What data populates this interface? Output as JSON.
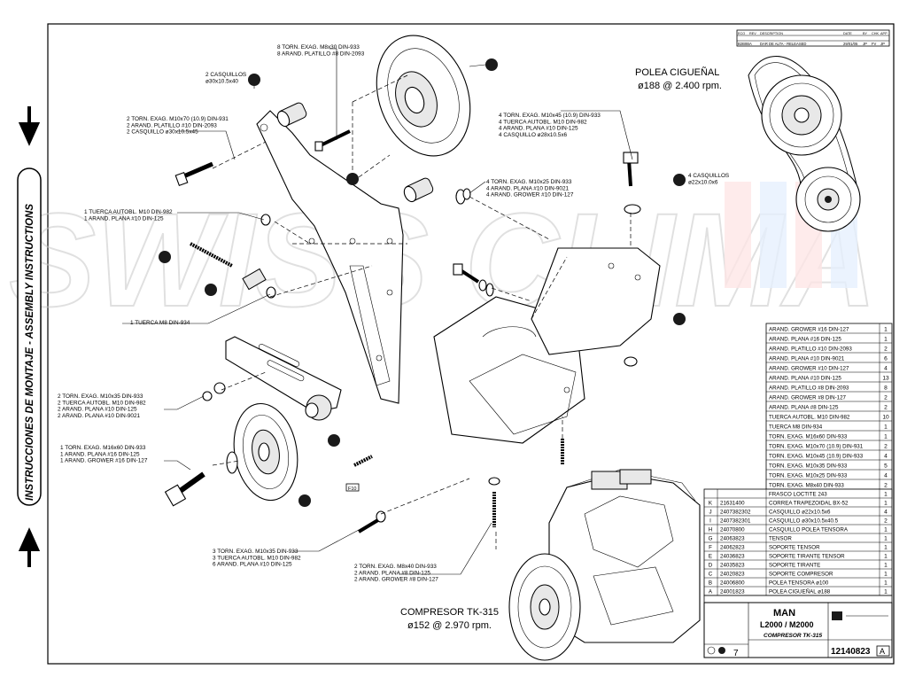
{
  "side_label": "INSTRUCCIONES DE MONTAJE - ASSEMBLY INSTRUCTIONS",
  "watermark": "SWISS CLIMA",
  "pulley_title": "POLEA CIGUEÑAL",
  "pulley_spec": "ø188 @ 2.400 rpm.",
  "compressor_title": "COMPRESOR TK-315",
  "compressor_spec": "ø152 @ 2.970 rpm.",
  "revision_header": [
    "ECO",
    "REV",
    "DESCRIPTION",
    "DATE",
    "BY",
    "CHK",
    "APP"
  ],
  "revision_row": [
    "B2B0B",
    "A",
    "DAR DE ALTA - RELEASED",
    "29/01/05",
    "JP",
    "FV",
    "JP"
  ],
  "callouts": [
    {
      "id": "c1",
      "lines": [
        "8 TORN. EXAG. M8x30 DIN-933",
        "8 ARAND. PLATILLO #8 DIN-2093"
      ]
    },
    {
      "id": "c2",
      "lines": [
        "2 CASQUILLOS",
        "ø30x10.5x40"
      ]
    },
    {
      "id": "c3",
      "lines": [
        "2 TORN. EXAG. M10x70 (10.9) DIN-931",
        "2 ARAND. PLATILLO #10 DIN-2093",
        "2 CASQUILLO ø30x10.5x45"
      ]
    },
    {
      "id": "c4",
      "lines": [
        "4 TORN. EXAG. M10x45 (10.9) DIN-933",
        "4 TUERCA AUTOBL. M10 DIN-982",
        "4 ARAND. PLANA #10 DIN-125",
        "4 CASQUILLO ø28x10.5x6"
      ]
    },
    {
      "id": "c5",
      "lines": [
        "4 CASQUILLOS",
        "ø22x10.0x6"
      ]
    },
    {
      "id": "c6",
      "lines": [
        "4 TORN. EXAG. M10x25 DIN-933",
        "4 ARAND. PLANA #10 DIN-9021",
        "4 ARAND. GROWER #10 DIN-127"
      ]
    },
    {
      "id": "c7",
      "lines": [
        "1 TUERCA AUTOBL. M10 DIN-982",
        "1 ARAND. PLANA #10 DIN-125"
      ]
    },
    {
      "id": "c8",
      "lines": [
        "1 TUERCA M8 DIN-934"
      ]
    },
    {
      "id": "c9",
      "lines": [
        "2 TORN. EXAG. M10x35 DIN-933",
        "2 TUERCA AUTOBL. M10 DIN-982",
        "2 ARAND. PLANA #10 DIN-125",
        "2 ARAND. PLANA #10 DIN-9021"
      ]
    },
    {
      "id": "c10",
      "lines": [
        "1 TORN. EXAG. M16x60 DIN-933",
        "1 ARAND. PLANA #16 DIN-125",
        "1 ARAND. GROWER #16 DIN-127"
      ]
    },
    {
      "id": "c11",
      "lines": [
        "3 TORN. EXAG. M10x35 DIN-933",
        "3 TUERCA AUTOBL. M10 DIN-982",
        "6 ARAND. PLANA #10 DIN-125"
      ]
    },
    {
      "id": "c12",
      "lines": [
        "2 TORN. EXAG. M8x40 DIN-933",
        "2 ARAND. PLANA #8 DIN-125",
        "2 ARAND. GROWER #8 DIN-127"
      ]
    }
  ],
  "hardware_list": [
    [
      "ARAND. GROWER #16 DIN-127",
      "1"
    ],
    [
      "ARAND. PLANA #16 DIN-125",
      "1"
    ],
    [
      "ARAND. PLATILLO #10 DIN-2093",
      "2"
    ],
    [
      "ARAND. PLANA #10 DIN-9021",
      "6"
    ],
    [
      "ARAND. GROWER #10 DIN-127",
      "4"
    ],
    [
      "ARAND. PLANA #10 DIN-125",
      "13"
    ],
    [
      "ARAND. PLATILLO #8 DIN-2093",
      "8"
    ],
    [
      "ARAND. GROWER #8 DIN-127",
      "2"
    ],
    [
      "ARAND. PLANA #8 DIN-125",
      "2"
    ],
    [
      "TUERCA AUTOBL. M10 DIN-982",
      "10"
    ],
    [
      "TUERCA M8 DIN-934",
      "1"
    ],
    [
      "TORN. EXAG. M16x60 DIN-933",
      "1"
    ],
    [
      "TORN. EXAG. M10x70 (10.9) DIN-931",
      "2"
    ],
    [
      "TORN. EXAG. M10x45 (10.9) DIN-933",
      "4"
    ],
    [
      "TORN. EXAG. M10x35 DIN-933",
      "5"
    ],
    [
      "TORN. EXAG. M10x25 DIN-933",
      "4"
    ],
    [
      "TORN. EXAG. M8x40 DIN-933",
      "2"
    ],
    [
      "TORN. EXAG. M8x30 DIN-933",
      "8"
    ]
  ],
  "parts_list": [
    [
      "",
      "",
      "FRASCO LOCTITE 243",
      "1"
    ],
    [
      "K",
      "21631400",
      "CORREA TRAPEZOIDAL BX-52",
      "1"
    ],
    [
      "J",
      "2407382302",
      "CASQUILLO ø22x10.5x6",
      "4"
    ],
    [
      "I",
      "2407382301",
      "CASQUILLO ø30x10.5x40.5",
      "2"
    ],
    [
      "H",
      "24070800",
      "CASQUILLO POLEA TENSORA",
      "1"
    ],
    [
      "G",
      "24063823",
      "TENSOR",
      "1"
    ],
    [
      "F",
      "24062823",
      "SOPORTE TENSOR",
      "1"
    ],
    [
      "E",
      "24036823",
      "SOPORTE TIRANTE TENSOR",
      "1"
    ],
    [
      "D",
      "24035823",
      "SOPORTE TIRANTE",
      "1"
    ],
    [
      "C",
      "24020823",
      "SOPORTE COMPRESOR",
      "1"
    ],
    [
      "B",
      "24006800",
      "POLEA TENSORA ø100",
      "1"
    ],
    [
      "A",
      "24001823",
      "POLEA CIGUEÑAL ø188",
      "1"
    ]
  ],
  "title_block": {
    "make": "MAN",
    "model": "L2000 / M2000",
    "compressor": "COMPRESOR TK-315",
    "sheet": "7",
    "drawing_no": "12140823",
    "rev": "A"
  },
  "hardware_tag": "F10"
}
